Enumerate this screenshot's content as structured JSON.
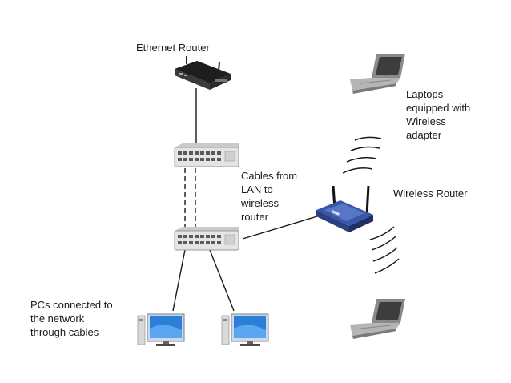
{
  "labels": {
    "ethernet_router": "Ethernet Router",
    "laptops": [
      "Laptops",
      "equipped with",
      "Wireless",
      "adapter"
    ],
    "cables": [
      "Cables from",
      "LAN to",
      "wireless",
      "router"
    ],
    "wireless_router": "Wireless Router",
    "pcs": [
      "PCs connected to",
      "the network",
      "through cables"
    ]
  },
  "icons": {
    "ethernet_router": "ethernet-router-icon",
    "switch": "network-switch-icon",
    "wireless_router": "wireless-router-icon",
    "laptop": "laptop-icon",
    "pc": "desktop-pc-icon",
    "signal": "wireless-signal-icon"
  },
  "colors": {
    "line": "#1a1a1a",
    "switch_body": "#e4e4e4",
    "router_body": "#2a2a2a",
    "wireless_body": "#3a56a8",
    "monitor_screen": "#2b7fd6",
    "laptop_body": "#9a9a9a"
  }
}
